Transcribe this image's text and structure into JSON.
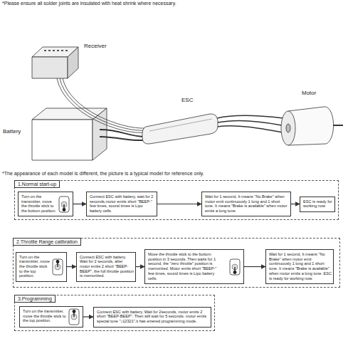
{
  "diagram": {
    "nodes": [
      {
        "text": [
          "1.Normal start-up"
        ]
      },
      {
        "text": [
          "Turn on the transmitter, move the throttle stick to the bottom position."
        ],
        "in": 0
      },
      {
        "text": [
          "Connect ESC with battery, wait for 2 seconds,motor emits short \"BEEP-\" few times, sound times is Lipo battery cells."
        ],
        "in": 0
      },
      {
        "text": [
          "Wait for 1 second, It means \"No Brake\" when motor emit continuously 1 long and 1 short tone. It means \"Brake is available\" when motor emits a long tone."
        ],
        "in": 0
      },
      {
        "text": [
          "ESC is ready for working now"
        ],
        "in": 0
      },
      {
        "text": [
          "2.Throttle Range calibration"
        ]
      },
      {
        "text": [
          "Turn on the transmitter, move the throttle stick to the top position."
        ],
        "in": 5
      },
      {
        "text": [
          "Connect ESC with battery. Wait for 2 seconds, after motor emits 2 short \"BEEP-BEEP\", the full throttle position is memorized."
        ],
        "in": 5
      },
      {
        "text": [
          "Move the throttle stick to the bottom position in 3 seconds. Then waits for 1 second, the \"zero throttle\" position is memorized. Motor emits short \"BEEP-\" few times, sound times is Lipo battery cells."
        ],
        "in": 5
      },
      {
        "text": [
          "Wait for 1 second, It means \"No Brake\" when motor emit continuously 1 long and 1 short tone. It means \"Brake is available\" when motor emits a long tone. ESC is ready for working now."
        ],
        "in": 5
      },
      {
        "text": [
          "3.Programming"
        ]
      },
      {
        "text": [
          "Turn on the transmitter, move the throttle stick to the top position."
        ],
        "in": 10
      },
      {
        "text": [
          "Connect ESC with battery. Wait for 2seconds, motor emits 2 short \"BEEP-BEEP\". Then still wait for 5 seconds. motor emits special tone \"♪12321\",it has entered programming mode."
        ],
        "in": 10
      }
    ],
    "edges": [
      {
        "from": 1,
        "to": 2,
        "arrow": "to"
      },
      {
        "from": 2,
        "to": 3,
        "arrow": "to"
      },
      {
        "from": 3,
        "to": 4,
        "arrow": "to"
      },
      {
        "from": 6,
        "to": 7,
        "arrow": "to"
      },
      {
        "from": 7,
        "to": 8,
        "arrow": "to"
      },
      {
        "from": 8,
        "to": 9,
        "arrow": "to"
      },
      {
        "from": 11,
        "to": 12,
        "arrow": "to"
      }
    ],
    "labels": [
      "*Please ensure all solder joints are insulated with heat shrink where necessary.",
      "Receiver",
      "ESC",
      "Motor",
      "Battery",
      "*The appearance of each model is different, the picture is a typical model for reference only."
    ]
  }
}
